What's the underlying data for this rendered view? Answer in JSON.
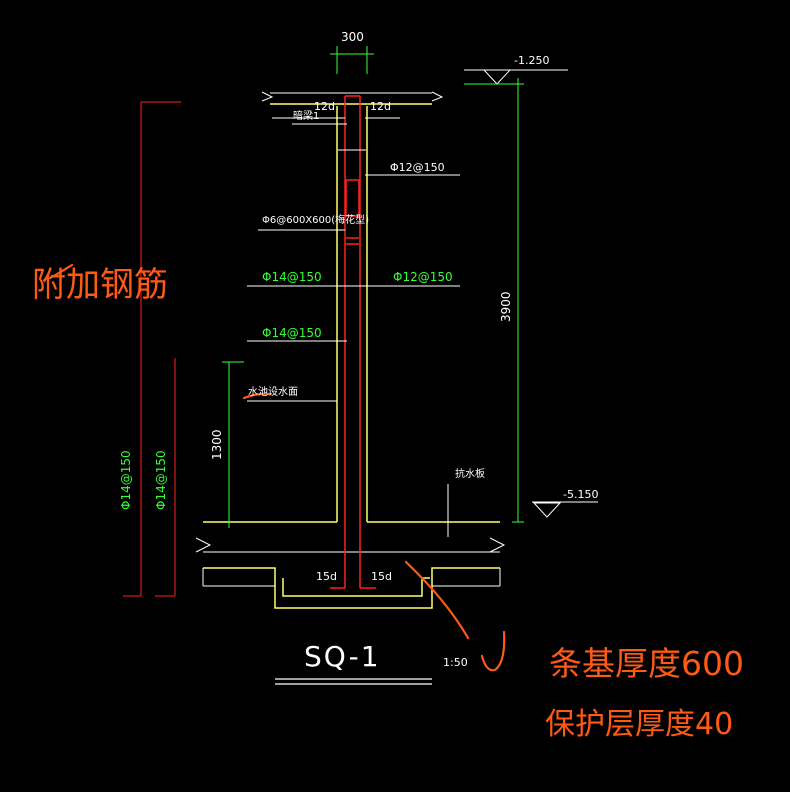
{
  "drawing": {
    "width_dim": "300",
    "elev_top": "-1.250",
    "elev_bottom": "-5.150",
    "height_dim": "3900",
    "lower_dim": "1300",
    "anchor_top_left": "12d",
    "anchor_top_right": "12d",
    "anchor_bottom_left": "15d",
    "anchor_bottom_right": "15d",
    "label_beam": "暗梁1",
    "label_tie": "Φ6@600X600(梅花型)",
    "label_water": "水池设水面",
    "label_slab": "抗水板",
    "rebar_right_upper": "Φ12@150",
    "rebar_left_mid": "Φ14@150",
    "rebar_right_mid": "Φ12@150",
    "rebar_left_lower": "Φ14@150",
    "vert_rebar_1": "Φ14@150",
    "vert_rebar_2": "Φ14@150",
    "title": "SQ-1",
    "scale": "1:50"
  },
  "annotations": {
    "extra_rebar": "附加钢筋",
    "strip_thickness": "条基厚度600",
    "cover_thickness": "保护层厚度40"
  },
  "colors": {
    "background": "#000000",
    "line": "#ffffff",
    "concrete": "#ffff66",
    "rebar": "#ff2020",
    "dimension": "#33ff33",
    "markup": "#ff5a14"
  }
}
